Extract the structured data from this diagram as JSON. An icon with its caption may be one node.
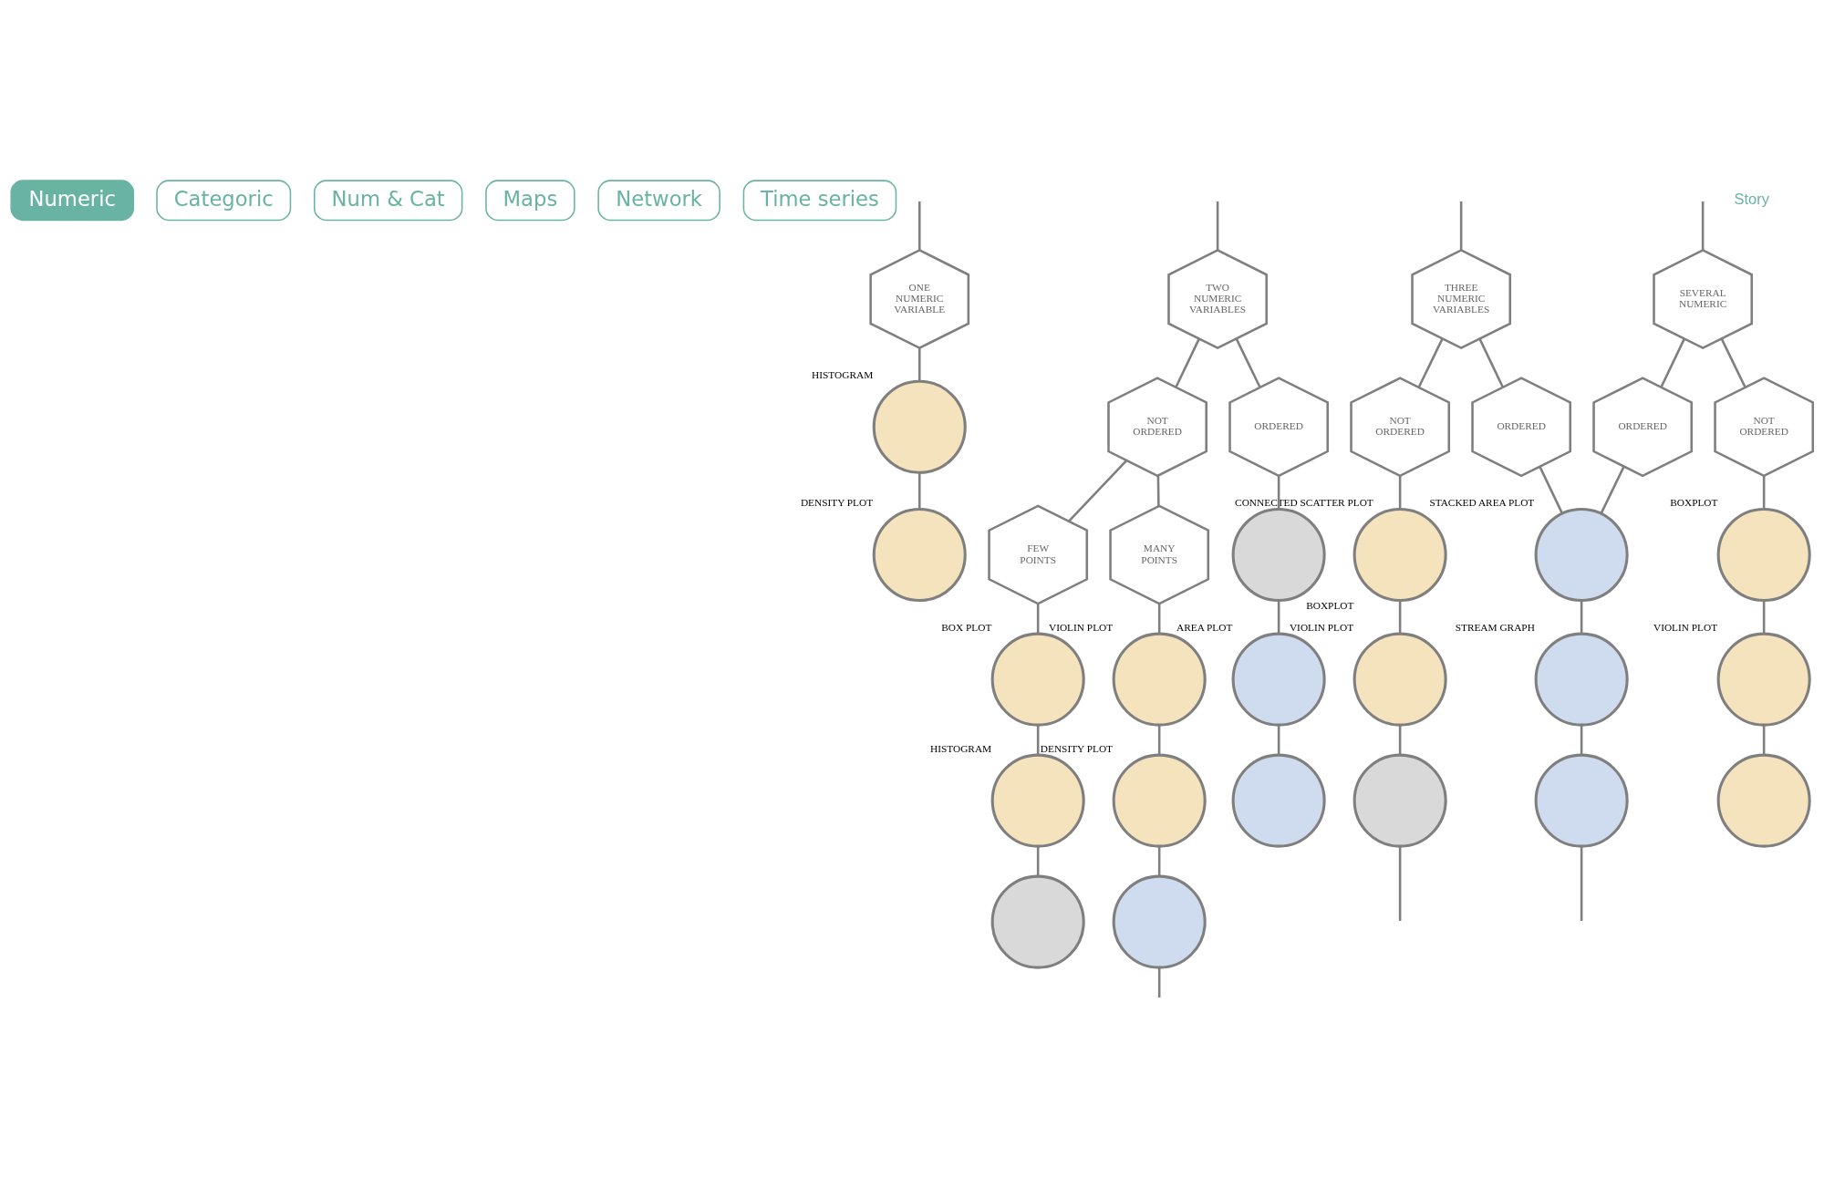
{
  "diagram": {
    "nodes": [
      {
        "text": [
          "Numeric"
        ]
      },
      {
        "text": [
          "Categoric"
        ]
      },
      {
        "text": [
          "Num & Cat"
        ]
      },
      {
        "text": [
          "Maps"
        ]
      },
      {
        "text": [
          "Network"
        ]
      },
      {
        "text": [
          "Time series"
        ]
      },
      {
        "text": [
          "ONE NUMERIC VARIABLE"
        ]
      },
      {
        "text": [
          "TWO NUMERIC VARIABLES"
        ]
      },
      {
        "text": [
          "NOT ORDERED"
        ]
      },
      {
        "text": [
          "FEW POINTS"
        ]
      },
      {
        "text": [
          "MANY POINTS"
        ]
      },
      {
        "text": [
          "ORDERED"
        ]
      },
      {
        "text": [
          "THREE NUMERIC VARIABLES"
        ]
      },
      {
        "text": [
          "NOT ORDERED"
        ]
      },
      {
        "text": [
          "ORDERED"
        ]
      },
      {
        "text": [
          "SEVERAL NUMERIC"
        ]
      },
      {
        "text": [
          "ORDERED"
        ]
      },
      {
        "text": [
          "NOT ORDERED"
        ]
      },
      {
        "text": [],
        "shape": "circle",
        "beside": [
          "HISTOGRAM"
        ]
      },
      {
        "text": [],
        "shape": "circle",
        "beside": [
          "DENSITY PLOT"
        ]
      },
      {
        "text": [],
        "shape": "circle",
        "beside": [
          "BOX PLOT"
        ]
      },
      {
        "text": [],
        "shape": "circle",
        "beside": [
          "HISTOGRAM"
        ]
      },
      {
        "text": [],
        "shape": "circle"
      },
      {
        "text": [],
        "shape": "circle",
        "beside": [
          "VIOLIN PLOT"
        ]
      },
      {
        "text": [],
        "shape": "circle",
        "beside": [
          "DENSITY PLOT"
        ]
      },
      {
        "text": [],
        "shape": "circle"
      },
      {
        "text": [],
        "shape": "circle",
        "beside": [
          "CONNECTED SCATTER PLOT"
        ]
      },
      {
        "text": [],
        "shape": "circle",
        "beside": [
          "AREA PLOT"
        ]
      },
      {
        "text": [],
        "shape": "circle"
      },
      {
        "text": [],
        "shape": "circle",
        "beside": [
          "BOXPLOT"
        ]
      },
      {
        "text": [],
        "shape": "circle",
        "beside": [
          "VIOLIN PLOT"
        ]
      },
      {
        "text": [],
        "shape": "circle"
      },
      {
        "text": [],
        "shape": "circle",
        "beside": [
          "STACKED AREA PLOT"
        ]
      },
      {
        "text": [],
        "shape": "circle",
        "beside": [
          "STREAM GRAPH"
        ]
      },
      {
        "text": [],
        "shape": "circle"
      },
      {
        "text": [],
        "shape": "circle",
        "beside": [
          "BOXPLOT"
        ]
      },
      {
        "text": [],
        "shape": "circle",
        "beside": [
          "VIOLIN PLOT"
        ]
      },
      {
        "text": [],
        "shape": "circle"
      }
    ],
    "edges": [
      {
        "from": null,
        "to": 6,
        "arrow": "none"
      },
      {
        "from": null,
        "to": 7,
        "arrow": "none"
      },
      {
        "from": null,
        "to": 12,
        "arrow": "none"
      },
      {
        "from": null,
        "to": 15,
        "arrow": "none"
      },
      {
        "from": 6,
        "to": 18,
        "arrow": "none"
      },
      {
        "from": 18,
        "to": 19,
        "arrow": "none"
      },
      {
        "from": 7,
        "to": 8,
        "arrow": "none"
      },
      {
        "from": 7,
        "to": 11,
        "arrow": "none"
      },
      {
        "from": 8,
        "to": 9,
        "arrow": "none"
      },
      {
        "from": 8,
        "to": 10,
        "arrow": "none"
      },
      {
        "from": 9,
        "to": 20,
        "arrow": "none"
      },
      {
        "from": 20,
        "to": 21,
        "arrow": "none"
      },
      {
        "from": 21,
        "to": 22,
        "arrow": "none"
      },
      {
        "from": 10,
        "to": 23,
        "arrow": "none"
      },
      {
        "from": 23,
        "to": 24,
        "arrow": "none"
      },
      {
        "from": 24,
        "to": 25,
        "arrow": "none"
      },
      {
        "from": 25,
        "to": null,
        "arrow": "none"
      },
      {
        "from": 11,
        "to": 26,
        "arrow": "none"
      },
      {
        "from": 26,
        "to": 27,
        "arrow": "none"
      },
      {
        "from": 27,
        "to": 28,
        "arrow": "none"
      },
      {
        "from": 12,
        "to": 13,
        "arrow": "none"
      },
      {
        "from": 12,
        "to": 14,
        "arrow": "none"
      },
      {
        "from": 13,
        "to": 29,
        "arrow": "none"
      },
      {
        "from": 29,
        "to": 30,
        "arrow": "none"
      },
      {
        "from": 30,
        "to": 31,
        "arrow": "none"
      },
      {
        "from": 31,
        "to": null,
        "arrow": "none"
      },
      {
        "from": 15,
        "to": 16,
        "arrow": "none"
      },
      {
        "from": 15,
        "to": 17,
        "arrow": "none"
      },
      {
        "from": 14,
        "to": 32,
        "arrow": "none"
      },
      {
        "from": 16,
        "to": 32,
        "arrow": "none"
      },
      {
        "from": 32,
        "to": 33,
        "arrow": "none"
      },
      {
        "from": 33,
        "to": 34,
        "arrow": "none"
      },
      {
        "from": 34,
        "to": null,
        "arrow": "none"
      },
      {
        "from": 17,
        "to": 35,
        "arrow": "none"
      },
      {
        "from": 35,
        "to": 36,
        "arrow": "none"
      },
      {
        "from": 36,
        "to": 37,
        "arrow": "none"
      }
    ],
    "labels": [
      "Story"
    ]
  }
}
